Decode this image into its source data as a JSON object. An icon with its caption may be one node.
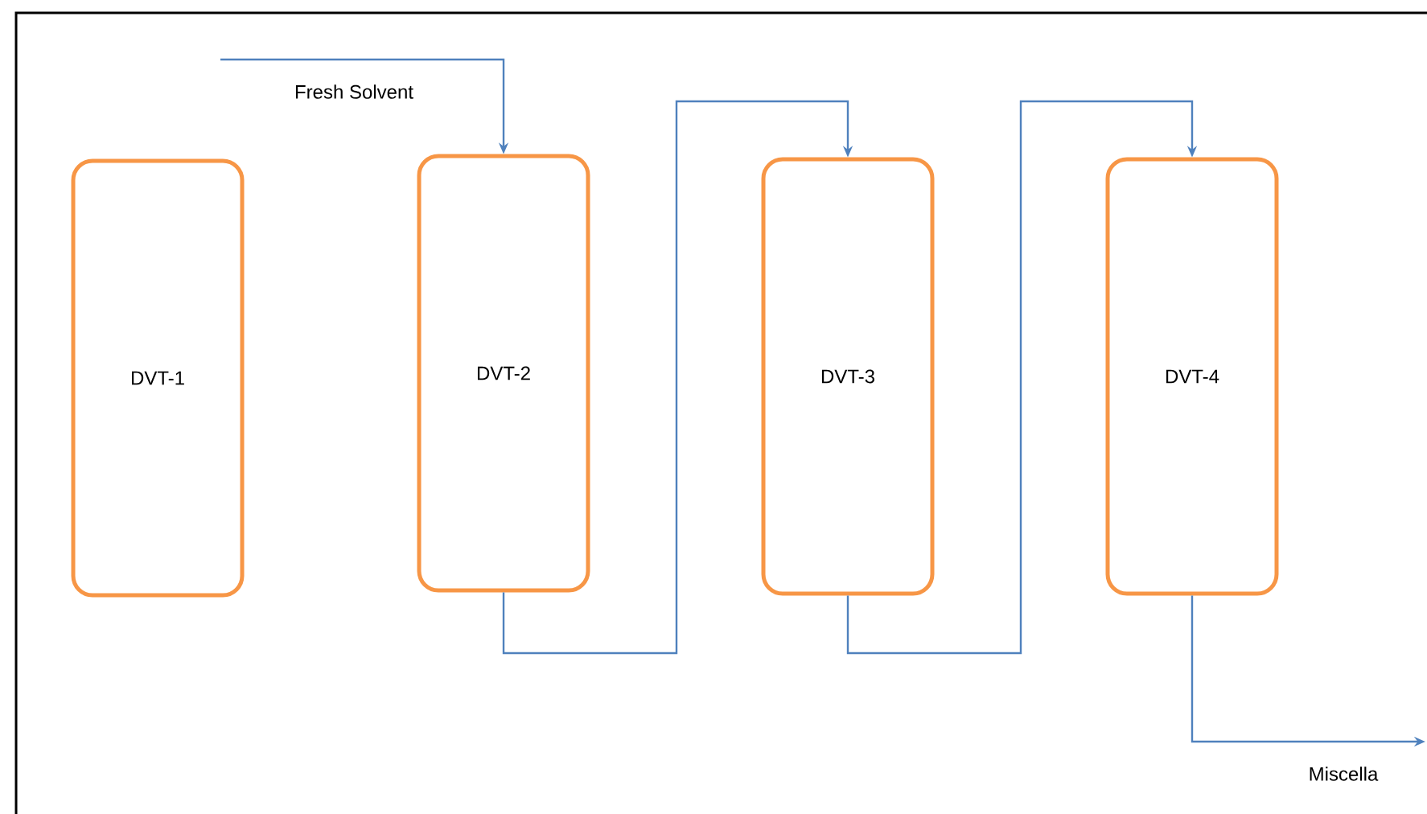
{
  "diagram": {
    "nodes": [
      {
        "text": [
          "DVT-1"
        ]
      },
      {
        "text": [
          "DVT-2"
        ]
      },
      {
        "text": [
          "DVT-3"
        ]
      },
      {
        "text": [
          "DVT-4"
        ]
      }
    ],
    "edges": [
      {
        "from": null,
        "to": 1,
        "arrow": "to",
        "label": "Fresh Solvent"
      },
      {
        "from": 1,
        "to": 2,
        "arrow": "to"
      },
      {
        "from": 2,
        "to": 3,
        "arrow": "to"
      },
      {
        "from": 3,
        "to": null,
        "arrow": "to",
        "label": "Miscella"
      }
    ]
  }
}
